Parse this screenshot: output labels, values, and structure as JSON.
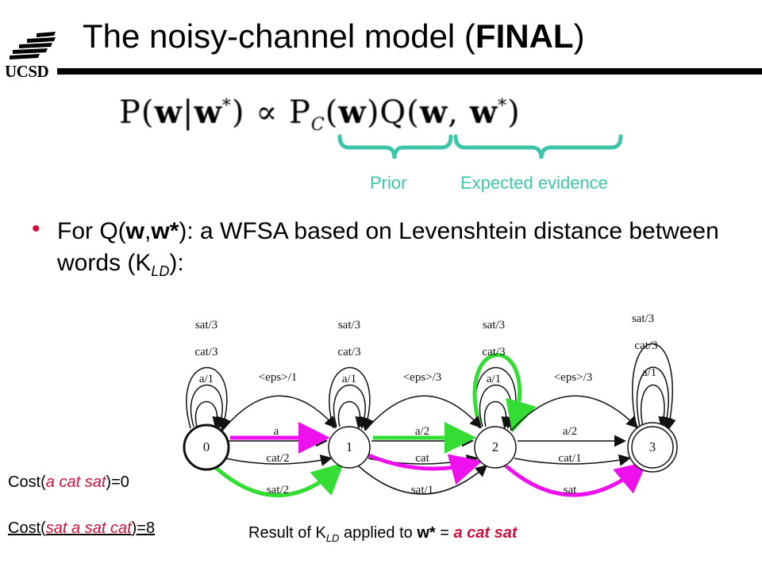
{
  "logo": {
    "text": "UCSD",
    "icon": "ucsd-logo-icon"
  },
  "title": {
    "prefix": "The noisy-channel model (",
    "bold": "FINAL",
    "suffix": ")"
  },
  "formula": {
    "labels": {
      "prior": "Prior",
      "evidence": "Expected evidence"
    }
  },
  "bullet": {
    "intro": "For Q(",
    "w": "w",
    "comma": ",",
    "wstar": "w*",
    "rest": "): a WFSA based on Levenshtein distance between words (K",
    "sub": "LD",
    "end": "):"
  },
  "diagram": {
    "states": [
      "0",
      "1",
      "2",
      "3"
    ],
    "self_loops": {
      "sat": "sat/3",
      "cat": "cat/3",
      "a": "a/1"
    },
    "eps": [
      "<eps>/1",
      "<eps>/3",
      "<eps>/3"
    ],
    "arcs_0_1": {
      "a": "a",
      "cat": "cat/2",
      "sat": "sat/2"
    },
    "arcs_1_2": {
      "a": "a/2",
      "cat": "cat",
      "sat": "sat/1"
    },
    "arcs_2_3": {
      "a": "a/2",
      "cat": "cat/1",
      "sat": "sat"
    },
    "colors": {
      "green": "#33dd33",
      "magenta": "#ee11ee",
      "black": "#111111"
    }
  },
  "cost1": {
    "prefix": "Cost(",
    "phrase": "a cat sat",
    "suffix": ")=0"
  },
  "cost2": {
    "prefix": "Cost(",
    "phrase": "sat a sat cat",
    "suffix": ")=8"
  },
  "result": {
    "prefix": "Result of K",
    "sub": "LD",
    "mid": " applied to ",
    "wstar": "w*",
    "eq": " = ",
    "phrase": "a cat sat"
  }
}
